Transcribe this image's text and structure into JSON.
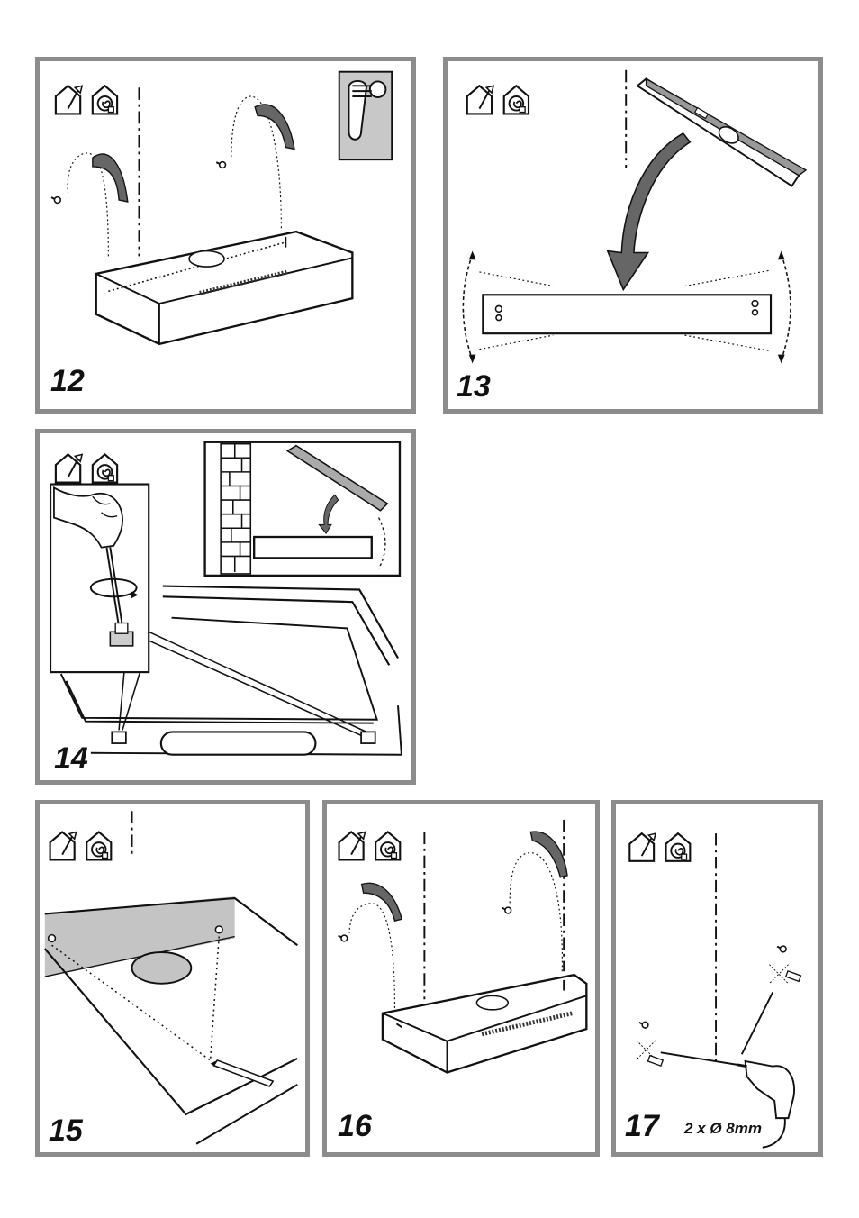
{
  "page": {
    "steps": [
      {
        "number": "12",
        "icons": [
          "house-arrow-icon",
          "house-fan-icon"
        ]
      },
      {
        "number": "13",
        "icons": [
          "house-arrow-icon",
          "house-fan-icon"
        ]
      },
      {
        "number": "14",
        "icons": [
          "house-arrow-icon",
          "house-fan-icon"
        ]
      },
      {
        "number": "15",
        "icons": [
          "house-arrow-icon",
          "house-fan-icon"
        ]
      },
      {
        "number": "16",
        "icons": [
          "house-arrow-icon",
          "house-fan-icon"
        ]
      },
      {
        "number": "17",
        "icons": [
          "house-arrow-icon",
          "house-fan-icon"
        ],
        "drill_label": "2 x Ø 8mm"
      }
    ]
  },
  "colors": {
    "frame": "#8c8c8c",
    "ink": "#111111",
    "inset_bg": "#c8c8c8",
    "arrow_fill": "#666666"
  }
}
